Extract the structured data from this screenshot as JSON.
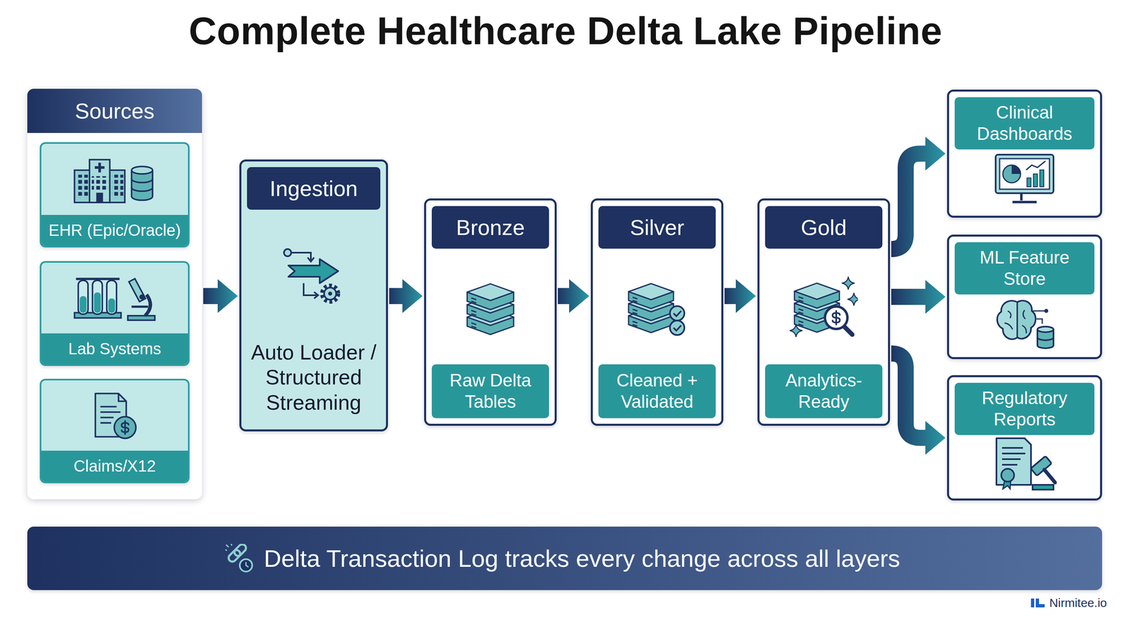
{
  "diagram": {
    "title": "Complete Healthcare Delta Lake Pipeline",
    "nodes": [
      {
        "text": [
          "Sources"
        ]
      },
      {
        "text": [
          "EHR (Epic/Oracle)"
        ],
        "in": 0
      },
      {
        "text": [
          "Lab Systems"
        ],
        "in": 0
      },
      {
        "text": [
          "Claims/X12"
        ],
        "in": 0
      },
      {
        "text": [
          "Ingestion",
          "Auto Loader / Structured Streaming"
        ]
      },
      {
        "text": [
          "Bronze",
          "Raw Delta Tables"
        ]
      },
      {
        "text": [
          "Silver",
          "Cleaned + Validated"
        ]
      },
      {
        "text": [
          "Gold",
          "Analytics-Ready"
        ]
      },
      {
        "text": [
          "Clinical Dashboards"
        ]
      },
      {
        "text": [
          "ML Feature Store"
        ]
      },
      {
        "text": [
          "Regulatory Reports"
        ]
      },
      {
        "text": [
          "Delta Transaction Log tracks every change across all layers"
        ]
      }
    ],
    "edges": [
      {
        "from": 0,
        "to": 4,
        "arrow": "to"
      },
      {
        "from": 4,
        "to": 5,
        "arrow": "to"
      },
      {
        "from": 5,
        "to": 6,
        "arrow": "to"
      },
      {
        "from": 6,
        "to": 7,
        "arrow": "to"
      },
      {
        "from": 7,
        "to": 8,
        "arrow": "to"
      },
      {
        "from": 7,
        "to": 9,
        "arrow": "to"
      },
      {
        "from": 7,
        "to": 10,
        "arrow": "to"
      }
    ],
    "labels": [
      "Nirmitee.io"
    ]
  }
}
